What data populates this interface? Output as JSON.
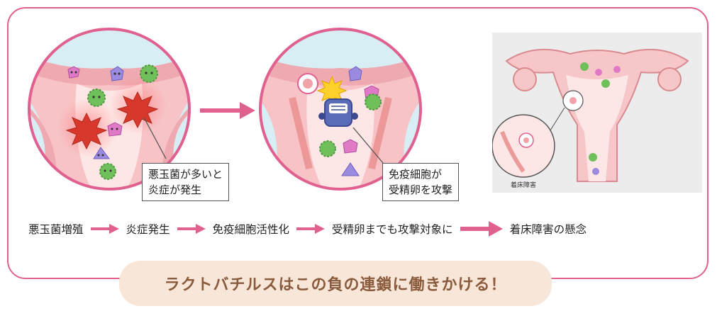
{
  "panel1": {
    "callout_line1": "悪玉菌が多いと",
    "callout_line2": "炎症が発生"
  },
  "panel2": {
    "callout_line1": "免疫細胞が",
    "callout_line2": "受精卵を攻撃"
  },
  "panel3": {
    "label": "着床障害"
  },
  "flow": {
    "steps": [
      "悪玉菌増殖",
      "炎症発生",
      "免疫細胞活性化",
      "受精卵までも攻撃対象に",
      "着床障害の懸念"
    ]
  },
  "footer": {
    "text": "ラクトバチルスはこの負の連鎖に働きかける！"
  },
  "colors": {
    "accent": "#e0608f",
    "footer_bg": "#f8e7d8",
    "footer_text": "#8a5a3c"
  }
}
